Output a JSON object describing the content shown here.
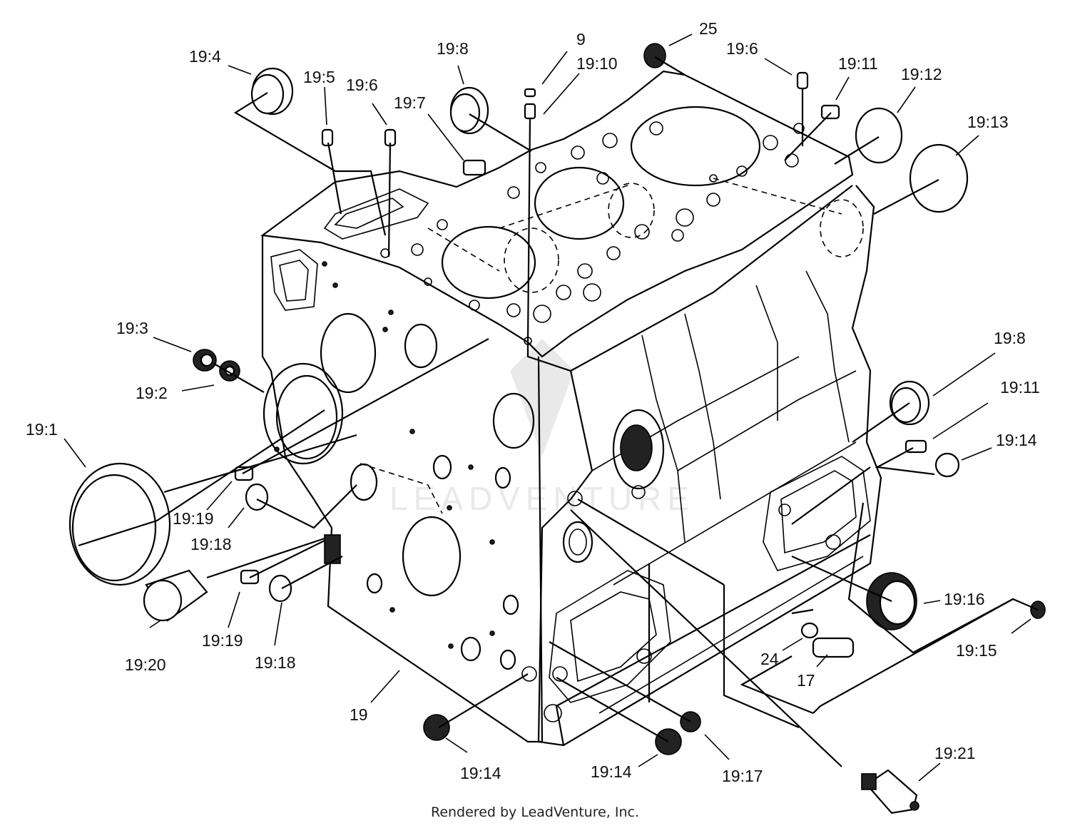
{
  "diagram": {
    "callouts": {
      "c19_4": "19:4",
      "c19_5": "19:5",
      "c19_6a": "19:6",
      "c19_7": "19:7",
      "c19_8a": "19:8",
      "c9": "9",
      "c19_10": "19:10",
      "c25": "25",
      "c19_6b": "19:6",
      "c19_11a": "19:11",
      "c19_12": "19:12",
      "c19_13": "19:13",
      "c19_3": "19:3",
      "c19_2": "19:2",
      "c19_1": "19:1",
      "c19_19a": "19:19",
      "c19_18a": "19:18",
      "c19_20": "19:20",
      "c19_19b": "19:19",
      "c19_18b": "19:18",
      "c19": "19",
      "c19_14a": "19:14",
      "c19_14b": "19:14",
      "c19_17": "19:17",
      "c19_21": "19:21",
      "c19_8b": "19:8",
      "c19_11b": "19:11",
      "c19_14c": "19:14",
      "c19_16": "19:16",
      "c19_15": "19:15",
      "c24": "24",
      "c17": "17"
    },
    "watermark": "LEADVENTURE",
    "footer": "Rendered by LeadVenture, Inc."
  }
}
